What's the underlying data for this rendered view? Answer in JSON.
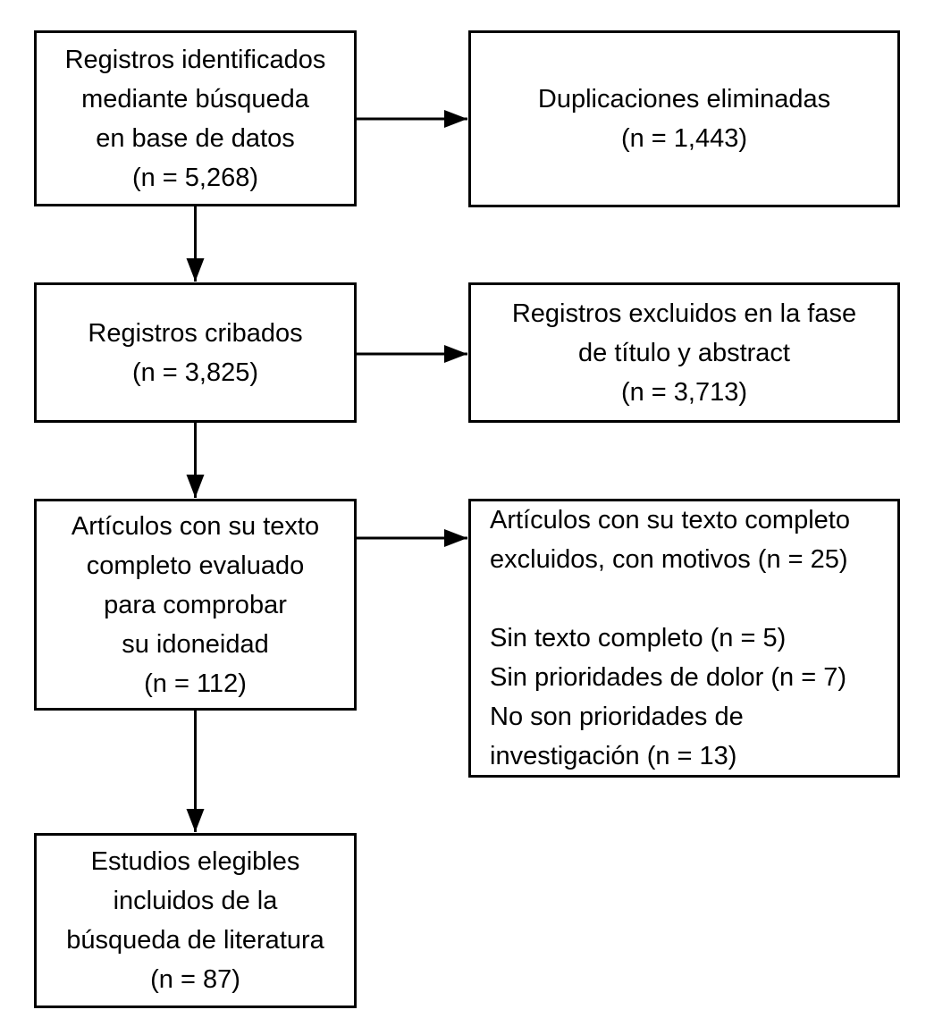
{
  "colors": {
    "background": "#ffffff",
    "box_border": "#000000",
    "text": "#000000",
    "arrow": "#000000"
  },
  "diagram": {
    "type": "flowchart",
    "boxes": [
      {
        "id": "records-identified",
        "text": "Registros identificados\nmediante búsqueda\nen base de datos\n(n = 5,268)",
        "n": 5268
      },
      {
        "id": "duplicates-removed",
        "text": "Duplicaciones eliminadas\n(n = 1,443)",
        "n": 1443
      },
      {
        "id": "records-screened",
        "text": "Registros cribados\n(n = 3,825)",
        "n": 3825
      },
      {
        "id": "records-excluded-title-abstract",
        "text": "Registros excluidos en la fase\nde título y abstract\n(n = 3,713)",
        "n": 3713
      },
      {
        "id": "fulltext-assessed",
        "text": "Artículos con su texto\ncompleto evaluado\npara comprobar\nsu idoneidad\n(n = 112)",
        "n": 112
      },
      {
        "id": "fulltext-excluded",
        "text": "Artículos con su texto completo\nexcluidos, con motivos (n = 25)\n\nSin texto completo (n = 5)\nSin prioridades de dolor (n = 7)\nNo son prioridades de\ninvestigación (n = 13)",
        "n": 25,
        "reasons": [
          {
            "label": "Sin texto completo",
            "n": 5
          },
          {
            "label": "Sin prioridades de dolor",
            "n": 7
          },
          {
            "label": "No son prioridades de investigación",
            "n": 13
          }
        ]
      },
      {
        "id": "studies-included",
        "text": "Estudios elegibles\nincluidos de la\nbúsqueda de literatura\n(n = 87)",
        "n": 87
      }
    ],
    "edges": [
      {
        "from": "records-identified",
        "to": "duplicates-removed",
        "direction": "right"
      },
      {
        "from": "records-identified",
        "to": "records-screened",
        "direction": "down"
      },
      {
        "from": "records-screened",
        "to": "records-excluded-title-abstract",
        "direction": "right"
      },
      {
        "from": "records-screened",
        "to": "fulltext-assessed",
        "direction": "down"
      },
      {
        "from": "fulltext-assessed",
        "to": "fulltext-excluded",
        "direction": "right"
      },
      {
        "from": "fulltext-assessed",
        "to": "studies-included",
        "direction": "down"
      }
    ]
  }
}
